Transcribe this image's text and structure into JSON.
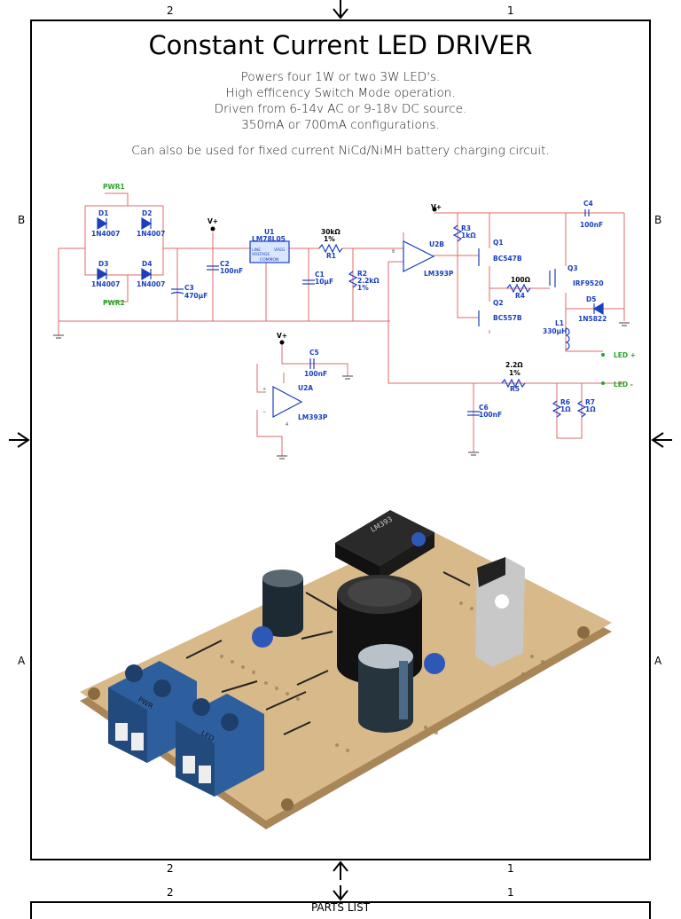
{
  "title": "Constant Current LED DRIVER",
  "description": [
    "Powers four 1W or two 3W LED's.",
    "High efficency Switch Mode operation.",
    "Driven from 6-14v AC or 9-18v DC source.",
    "350mA or 700mA configurations."
  ],
  "note": "Can also be used for fixed current NiCd/NiMH battery charging circuit.",
  "zones": {
    "top_left": "2",
    "top_right": "1",
    "bottom_left": "2",
    "bottom_right": "1",
    "sheet2_left": "2",
    "sheet2_right": "1",
    "left_upper": "B",
    "right_upper": "B",
    "left_lower": "A",
    "right_lower": "A"
  },
  "parts_list_title": "PARTS LIST",
  "schematic": {
    "pwr1": "PWR1",
    "pwr2": "PWR2",
    "d1": "D1",
    "d1_val": "1N4007",
    "d2": "D2",
    "d2_val": "1N4007",
    "d3": "D3",
    "d3_val": "1N4007",
    "d4": "D4",
    "d4_val": "1N4007",
    "c3": "C3",
    "c3_val": "470µF",
    "vplus": "V+",
    "c2": "C2",
    "c2_val": "100nF",
    "u1": "U1",
    "u1_val": "LM78L05",
    "u1_line": "LINE",
    "u1_voltage": "VOLTAGE",
    "u1_vreg": "VREG",
    "u1_common": "COMMON",
    "r1_val": "30kΩ",
    "r1_tol": "1%",
    "r1": "R1",
    "c1": "C1",
    "c1_val": "10µF",
    "r2": "R2",
    "r2_val": "2.2kΩ",
    "r2_tol": "1%",
    "u2b": "U2B",
    "u2b_val": "LM393P",
    "r3": "R3",
    "r3_val": "1kΩ",
    "q1": "Q1",
    "q1_val": "BC547B",
    "q2": "Q2",
    "q2_val": "BC557B",
    "r4_val": "100Ω",
    "r4": "R4",
    "q3": "Q3",
    "q3_val": "IRF9520",
    "c4": "C4",
    "c4_val": "100nF",
    "d5": "D5",
    "d5_val": "1N5822",
    "l1": "L1",
    "l1_val": "330µH",
    "led_plus": "LED +",
    "led_minus": "LED -",
    "c5": "C5",
    "c5_val": "100nF",
    "u2a": "U2A",
    "u2a_val": "LM393P",
    "r5_val": "2.2Ω",
    "r5_tol": "1%",
    "r5": "R5",
    "c6": "C6",
    "c6_val": "100nF",
    "r6": "R6",
    "r6_val": "1Ω",
    "r7": "R7",
    "r7_val": "1Ω",
    "pin8": "8",
    "pin4": "4",
    "pin_plus": "+",
    "pin_minus": "−"
  },
  "board": {
    "ic_marking": "LM393",
    "block1_label": "PWR",
    "block2_label": "LED"
  },
  "colors": {
    "wire": "#e06a6a",
    "component": "#1a3fbf",
    "net_label": "#2aa52a",
    "board": "#d8b98a",
    "terminal": "#2d5f9e"
  }
}
